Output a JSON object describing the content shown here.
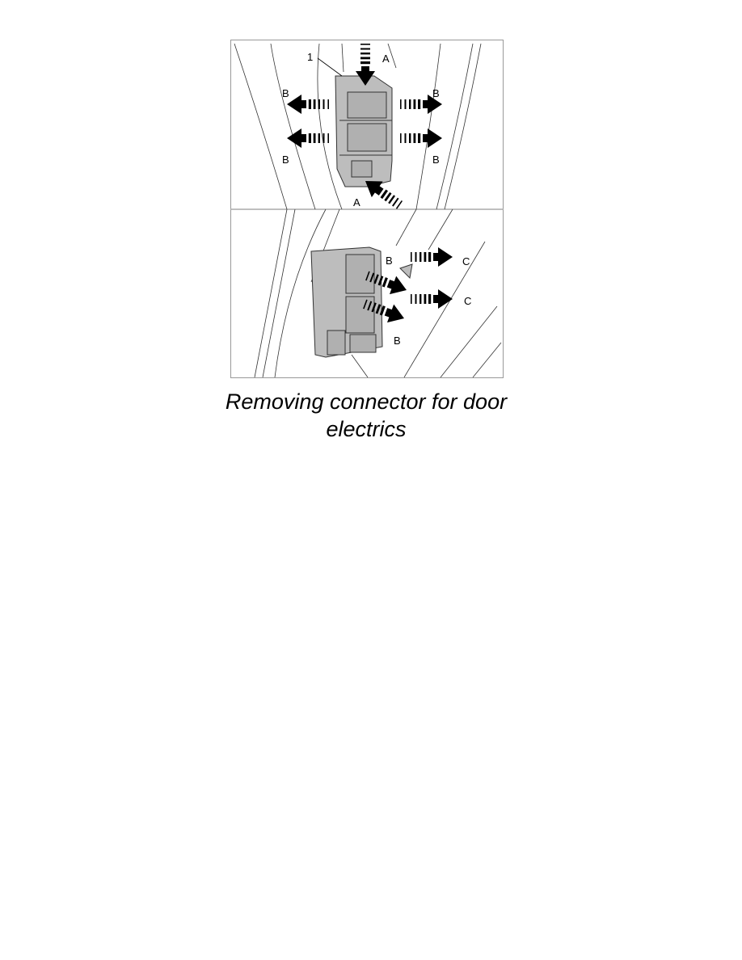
{
  "figure": {
    "callout_number": "1",
    "labels_top": [
      "A",
      "B",
      "B",
      "B",
      "B",
      "A"
    ],
    "labels_bottom": [
      "B",
      "C",
      "C",
      "B"
    ]
  },
  "caption": {
    "line1": "Removing connector for door",
    "line2": "electrics"
  }
}
